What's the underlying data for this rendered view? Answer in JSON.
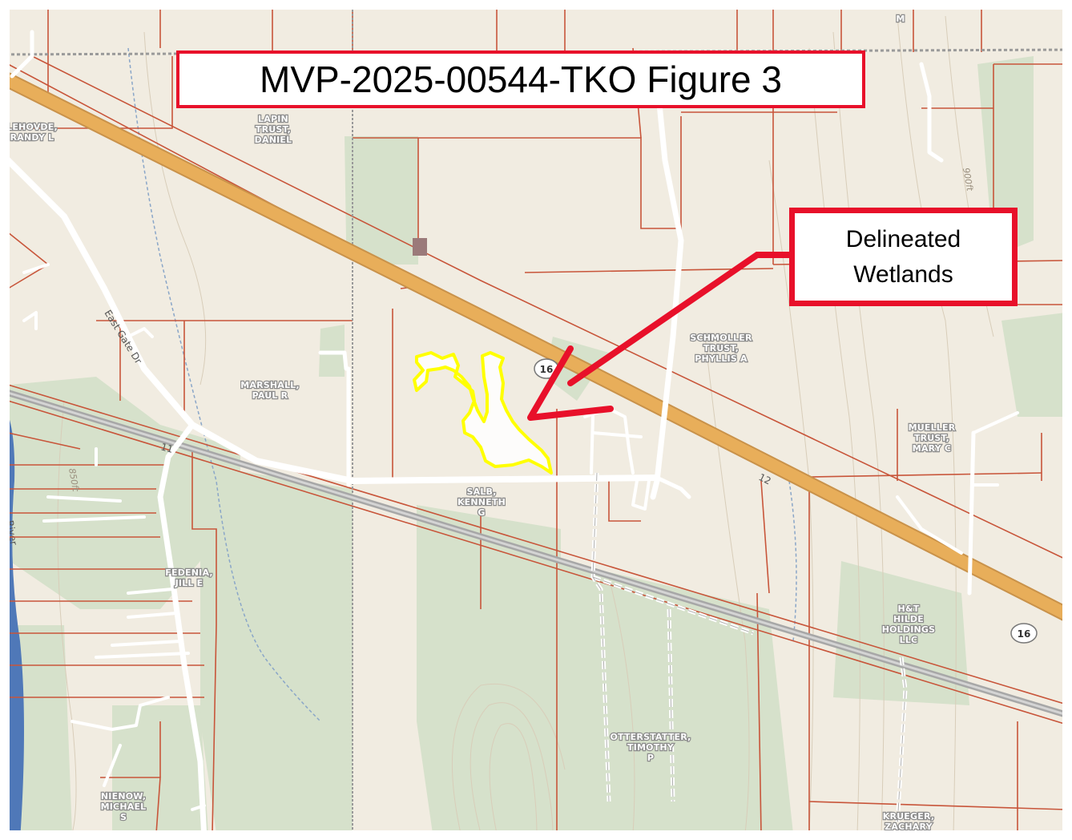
{
  "figure_title": "MVP-2025-00544-TKO Figure 3",
  "callout": {
    "line1": "Delineated",
    "line2": "Wetlands"
  },
  "owners": [
    {
      "id": "lehovde",
      "lines": [
        "LEHOVDE,",
        "RANDY L"
      ]
    },
    {
      "id": "lapin",
      "lines": [
        "LAPIN",
        "TRUST,",
        "DANIEL"
      ]
    },
    {
      "id": "marshall",
      "lines": [
        "MARSHALL,",
        "PAUL R"
      ]
    },
    {
      "id": "schmoller",
      "lines": [
        "SCHMOLLER",
        "TRUST,",
        "PHYLLIS A"
      ]
    },
    {
      "id": "mueller",
      "lines": [
        "MUELLER",
        "TRUST,",
        "MARY C"
      ]
    },
    {
      "id": "salb",
      "lines": [
        "SALB,",
        "KENNETH",
        "G"
      ]
    },
    {
      "id": "fedenia",
      "lines": [
        "FEDENIA,",
        "JILL E"
      ]
    },
    {
      "id": "hilde",
      "lines": [
        "H&T",
        "HILDE",
        "HOLDINGS",
        "LLC"
      ]
    },
    {
      "id": "otterstatter",
      "lines": [
        "OTTERSTATTER,",
        "TIMOTHY",
        "P"
      ]
    },
    {
      "id": "nienow",
      "lines": [
        "NIENOW,",
        "MICHAEL",
        "S"
      ]
    },
    {
      "id": "krueger",
      "lines": [
        "KRUEGER,",
        "ZACHARY"
      ]
    },
    {
      "id": "top-right",
      "lines": [
        "M"
      ]
    }
  ],
  "road_labels": {
    "east_gate": "East Gate Dr",
    "road_11": "11",
    "road_12": "12",
    "river": "River"
  },
  "shields": {
    "hwy16_a": "16",
    "hwy16_b": "16"
  },
  "contours": {
    "c850": "850ft",
    "c900": "900ft"
  },
  "colors": {
    "land": "#f1ece1",
    "forest": "#d7e2cd",
    "parcel_line": "#c8553a",
    "highway": "#e8ae5a",
    "road": "#ffffff",
    "railroad": "#a7a7a7",
    "water": "#4f78b8",
    "wetland_outline": "#ffff00",
    "annotation_red": "#e8102a"
  }
}
